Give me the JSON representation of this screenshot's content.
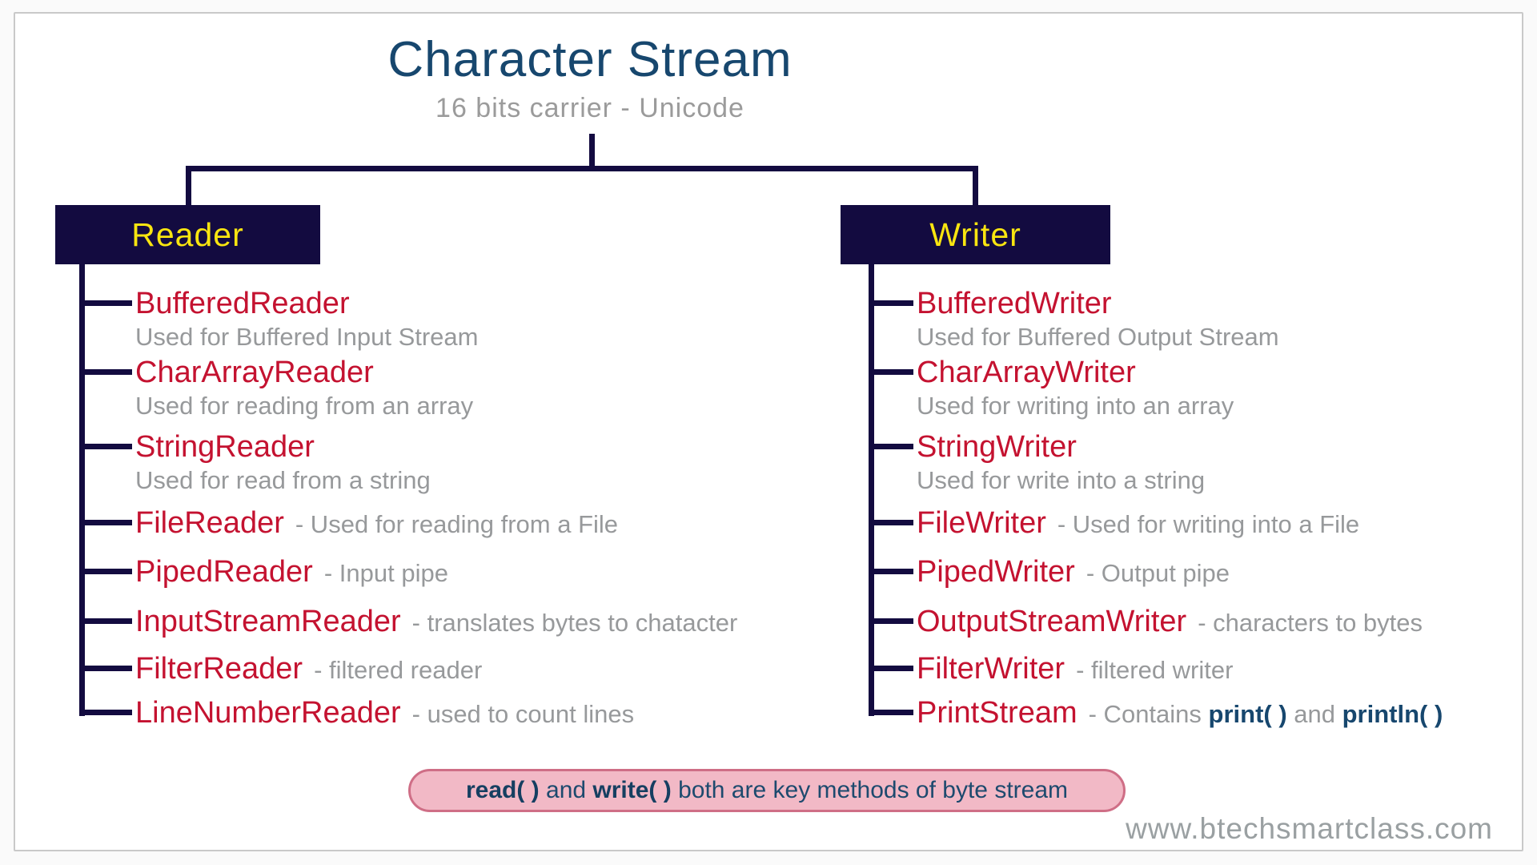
{
  "header": {
    "title": "Character Stream",
    "subtitle": "16 bits carrier - Unicode"
  },
  "reader": {
    "label": "Reader",
    "items": [
      {
        "name": "BufferedReader",
        "desc": "Used for Buffered Input Stream",
        "layout": "block"
      },
      {
        "name": "CharArrayReader",
        "desc": "Used for reading from an array",
        "layout": "block"
      },
      {
        "name": "StringReader",
        "desc": "Used for read from a string",
        "layout": "block"
      },
      {
        "name": "FileReader",
        "desc": "- Used for reading from a File",
        "layout": "inline"
      },
      {
        "name": "PipedReader",
        "desc": "- Input pipe",
        "layout": "inline"
      },
      {
        "name": "InputStreamReader",
        "desc": "- translates bytes to chatacter",
        "layout": "inline"
      },
      {
        "name": "FilterReader",
        "desc": "- filtered reader",
        "layout": "inline"
      },
      {
        "name": "LineNumberReader",
        "desc": "- used to count lines",
        "layout": "inline"
      }
    ]
  },
  "writer": {
    "label": "Writer",
    "items": [
      {
        "name": "BufferedWriter",
        "desc": "Used for Buffered Output Stream",
        "layout": "block"
      },
      {
        "name": "CharArrayWriter",
        "desc": "Used for writing into an array",
        "layout": "block"
      },
      {
        "name": "StringWriter",
        "desc": "Used for write into a string",
        "layout": "block"
      },
      {
        "name": "FileWriter",
        "desc": "- Used for writing into a File",
        "layout": "inline"
      },
      {
        "name": "PipedWriter",
        "desc": "- Output pipe",
        "layout": "inline"
      },
      {
        "name": "OutputStreamWriter",
        "desc": "- characters to bytes",
        "layout": "inline"
      },
      {
        "name": "FilterWriter",
        "desc": "- filtered writer",
        "layout": "inline"
      },
      {
        "name": "PrintStream",
        "layout": "inline",
        "desc_parts": [
          {
            "text": "- Contains ",
            "bold": false
          },
          {
            "text": "print( )",
            "bold": true
          },
          {
            "text": " and ",
            "bold": false
          },
          {
            "text": "println( )",
            "bold": true
          }
        ]
      }
    ]
  },
  "note": {
    "parts": [
      {
        "text": "read( )",
        "bold": true
      },
      {
        "text": " and ",
        "bold": false
      },
      {
        "text": "write( )",
        "bold": true
      },
      {
        "text": " both are key methods of byte stream",
        "bold": false
      }
    ]
  },
  "watermark": "www.btechsmartclass.com",
  "colors": {
    "title_navy": "#17476e",
    "line_navy": "#130b40",
    "class_red": "#c41230",
    "desc_gray": "#97999b",
    "label_yellow": "#f9e510",
    "note_bg": "#f2b9c6",
    "note_border": "#cf6e86",
    "note_text": "#1d4a6e"
  }
}
